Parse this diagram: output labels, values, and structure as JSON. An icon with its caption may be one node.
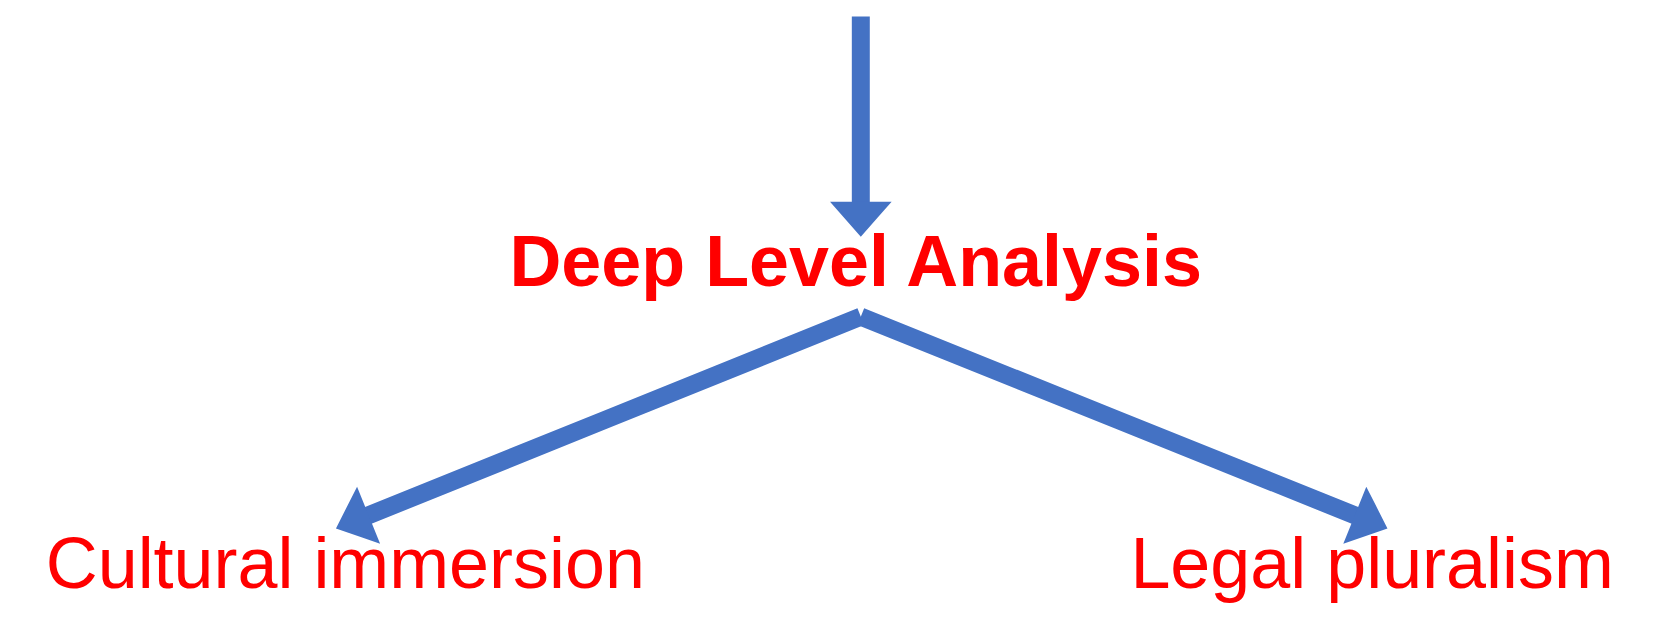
{
  "diagram": {
    "nodes": [
      {
        "text": [
          "Deep Level Analysis"
        ]
      },
      {
        "text": [
          "Cultural immersion"
        ]
      },
      {
        "text": [
          "Legal pluralism"
        ]
      }
    ],
    "edges": [
      {
        "from": null,
        "to": 0,
        "arrow": "to"
      },
      {
        "from": 0,
        "to": 1,
        "arrow": "to"
      },
      {
        "from": 0,
        "to": 2,
        "arrow": "to"
      }
    ]
  }
}
